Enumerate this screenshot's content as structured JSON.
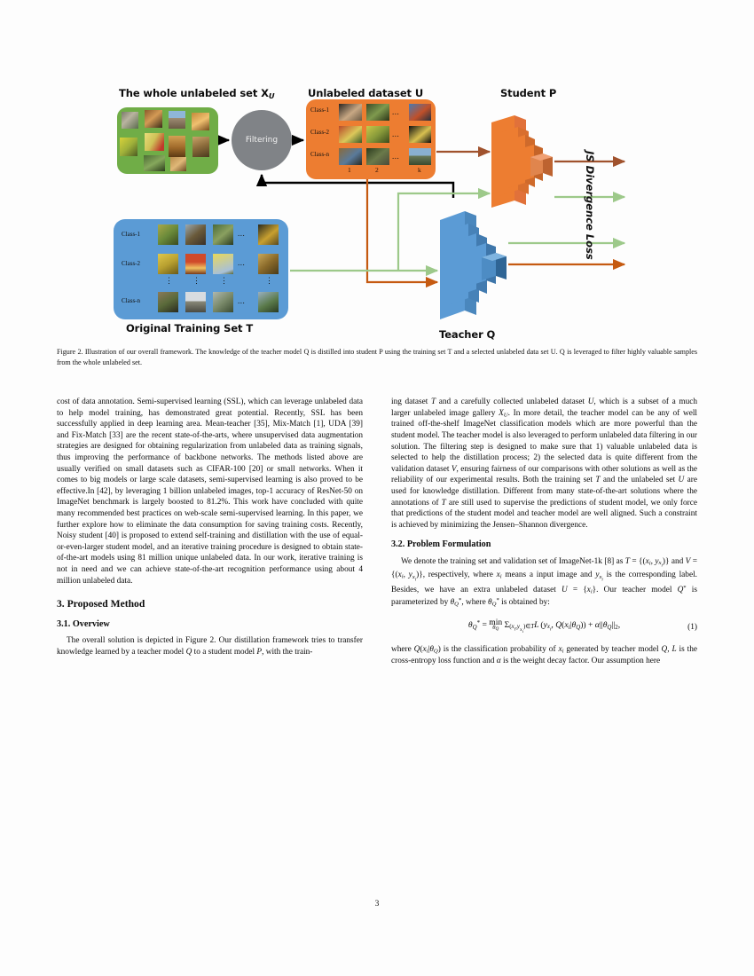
{
  "figure": {
    "titles": {
      "whole_set": "The whole unlabeled set X",
      "whole_set_sub": "U",
      "unlabeled_dataset": "Unlabeled dataset U",
      "student": "Student P",
      "teacher": "Teacher Q",
      "training_set": "Original Training Set T",
      "filtering": "Filtering",
      "js_loss": "JS Divergence Loss"
    },
    "unlabeled_rows": [
      "Class-1",
      "Class-2",
      "Class-n"
    ],
    "unlabeled_cols": [
      "1",
      "2",
      "k"
    ],
    "unlabeled_ellipsis": "...",
    "training_rows": [
      "Class-1",
      "Class-2",
      "Class-n"
    ],
    "training_ellipsis": "...",
    "vertical_ellipsis": "⋮",
    "colors": {
      "green_box": "#70ad47",
      "orange_box": "#ed7d31",
      "blue_box": "#5b9bd5",
      "filter_circle": "#808387",
      "student_net": "#ed7d31",
      "teacher_net": "#5b9bd5",
      "green_arrow": "#9dc98a",
      "orange_arrow": "#c55a11",
      "black_arrow": "#000000"
    }
  },
  "caption": {
    "text": "Figure 2. Illustration of our overall framework. The knowledge of the teacher model Q is distilled into student P using the training set T and a selected unlabeled data set U. Q is leveraged to filter highly valuable samples from the whole unlabeled set."
  },
  "left_column": {
    "para1": "cost of data annotation. Semi-supervised learning (SSL), which can leverage unlabeled data to help model training, has demonstrated great potential. Recently, SSL has been successfully applied in deep learning area. Mean-teacher [35], Mix-Match [1], UDA [39] and Fix-Match [33] are the recent state-of-the-arts, where unsupervised data augmentation strategies are designed for obtaining regularization from unlabeled data as training signals, thus improving the performance of backbone networks. The methods listed above are usually verified on small datasets such as CIFAR-100 [20] or small networks. When it comes to big models or large scale datasets, semi-supervised learning is also proved to be effective.In [42], by leveraging 1 billion unlabeled images, top-1 accuracy of ResNet-50 on ImageNet benchmark is largely boosted to 81.2%. This work have concluded with quite many recommended best practices on web-scale semi-supervised learning. In this paper, we further explore how to eliminate the data consumption for saving training costs. Recently, Noisy student [40] is proposed to extend self-training and distillation with the use of equal-or-even-larger student model, and an iterative training procedure is designed to obtain state-of-the-art models using 81 million unique unlabeled data. In our work, iterative training is not in need and we can achieve state-of-the-art recognition performance using about 4 million unlabeled data.",
    "section_heading": "3. Proposed Method",
    "subsection_heading": "3.1. Overview",
    "para2_a": "The overall solution is depicted in Figure 2. Our distillation framework tries to transfer knowledge learned by a teacher model ",
    "para2_b": " to a student model ",
    "para2_c": ", with the train-"
  },
  "right_column": {
    "p1": {
      "a": "ing dataset ",
      "b": " and a carefully collected unlabeled dataset ",
      "c": ", which is a subset of a much larger unlabeled image gallery ",
      "d": ". In more detail, the teacher model can be any of well trained off-the-shelf ImageNet classification models which are more powerful than the student model. The teacher model is also leveraged to perform unlabeled data filtering in our solution. The filtering step is designed to make sure that 1) valuable unlabeled data is selected to help the distillation process; 2) the selected data is quite different from the validation dataset ",
      "e": ", ensuring fairness of our comparisons with other solutions as well as the reliability of our experimental results. Both the training set ",
      "f": " and the unlabeled set ",
      "g": " are used for knowledge distillation. Different from many state-of-the-art solutions where the annotations of ",
      "h": " are still used to supervise the predictions of student model, we only force that predictions of the student model and teacher model are well aligned. Such a constraint is achieved by minimizing the Jensen–Shannon divergence."
    },
    "subsection_heading": "3.2. Problem Formulation",
    "p2": {
      "a": "We denote the training set and validation set of ImageNet-1k [8] as ",
      "b": " and ",
      "c": ", respectively, where ",
      "d": " means a input image and ",
      "e": " is the corresponding label. Besides, we have an extra unlabeled dataset ",
      "f": ". Our teacher model ",
      "g": " is parameterized by ",
      "h": ", where ",
      "i": " is obtained by:"
    },
    "equation": {
      "number": "(1)"
    },
    "p3": {
      "a": "where ",
      "b": " is the classification probability of ",
      "c": " generated by teacher model ",
      "d": ", ",
      "e": " is the cross-entropy loss function and ",
      "f": " is the weight decay factor. Our assumption here"
    }
  },
  "page_number": "3"
}
